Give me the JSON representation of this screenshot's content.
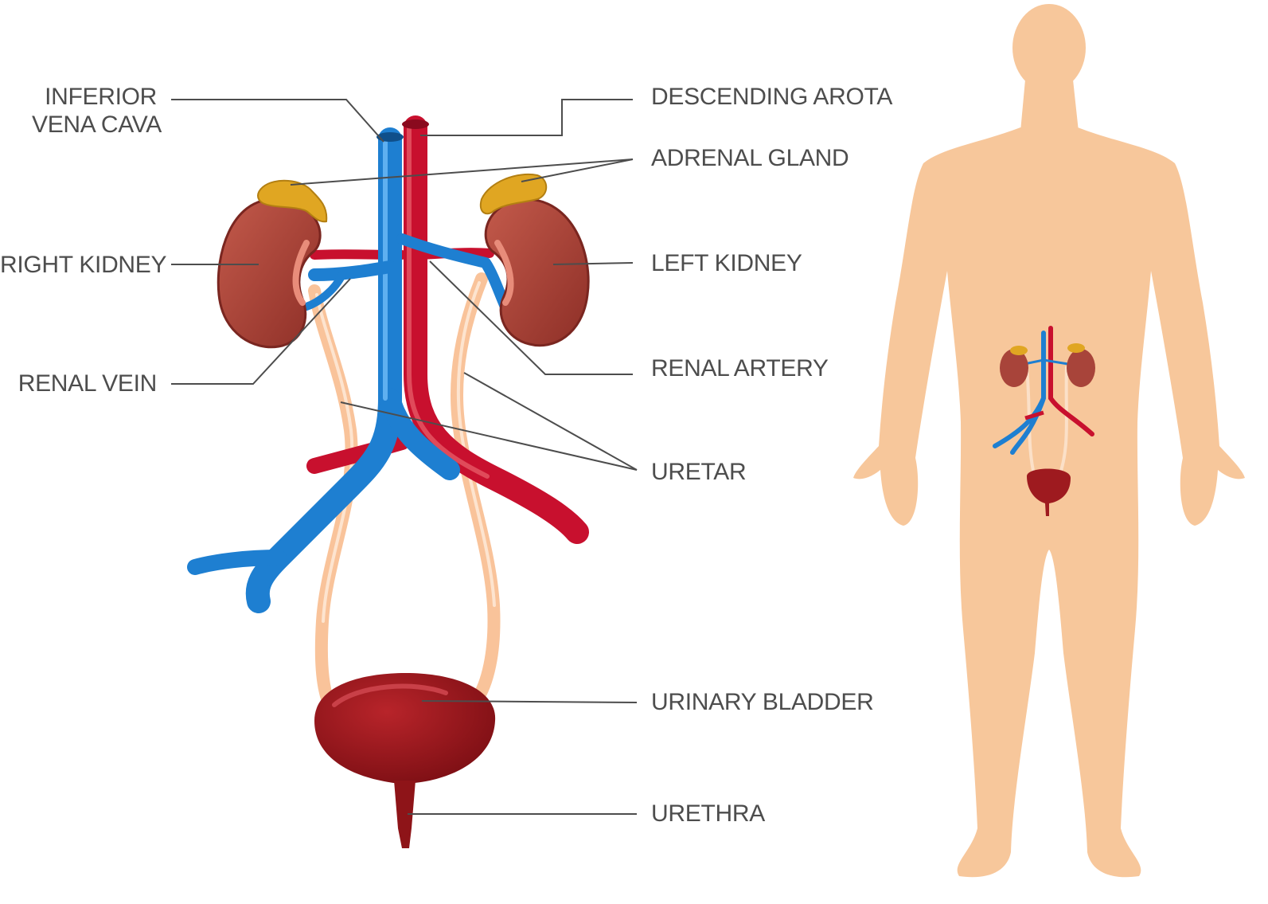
{
  "labels": {
    "inferior_vena_cava_line1": "INFERIOR",
    "inferior_vena_cava_line2": "VENA CAVA",
    "descending_aorta": "DESCENDING AROTA",
    "adrenal_gland": "ADRENAL GLAND",
    "right_kidney": "RIGHT KIDNEY",
    "left_kidney": "LEFT KIDNEY",
    "renal_vein": "RENAL VEIN",
    "renal_artery": "RENAL ARTERY",
    "uretar": "URETAR",
    "urinary_bladder": "URINARY BLADDER",
    "urethra": "URETHRA"
  },
  "colors": {
    "vein": "#1e7fd1",
    "artery": "#c8102e",
    "kidney": "#a8443a",
    "adrenal": "#e0a622",
    "ureter": "#f9c39a",
    "bladder": "#9e1a1f",
    "skin": "#f7c79b",
    "leader": "#4d4d4d",
    "text": "#4d4d4d"
  }
}
